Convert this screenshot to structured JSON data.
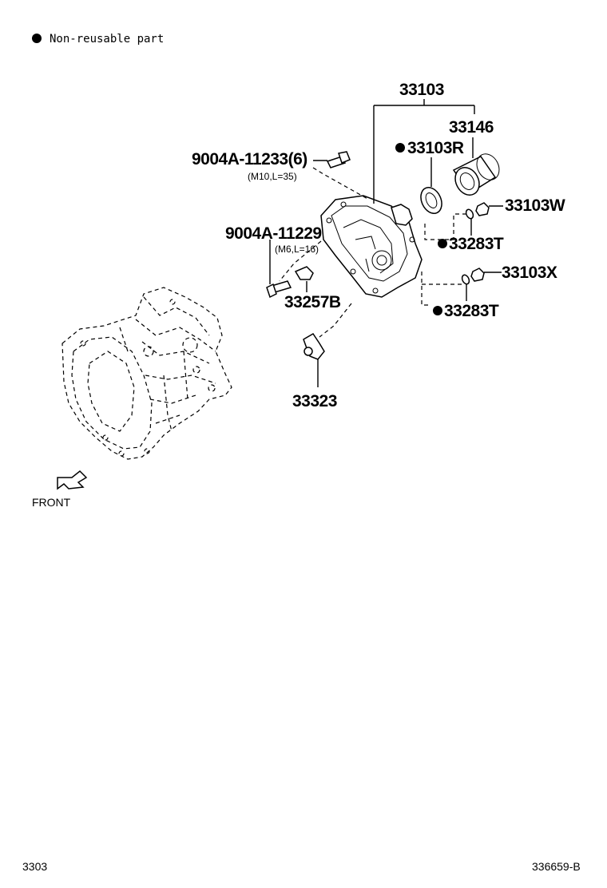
{
  "legend": {
    "bullet_icon": "filled-circle-icon",
    "text": "Non-reusable part"
  },
  "front_label": "FRONT",
  "parts": {
    "p33103": "33103",
    "p33146": "33146",
    "p33103R": "33103R",
    "p33103W": "33103W",
    "p33283T_a": "33283T",
    "p33103X": "33103X",
    "p33283T_b": "33283T",
    "p33257B": "33257B",
    "p33323": "33323",
    "bolt1": "9004A-11233(6)",
    "bolt1_spec": "(M10,L=35)",
    "bolt2": "9004A-11229",
    "bolt2_spec": "(M6,L=16)"
  },
  "footer": {
    "left": "3303",
    "right": "336659-B"
  }
}
